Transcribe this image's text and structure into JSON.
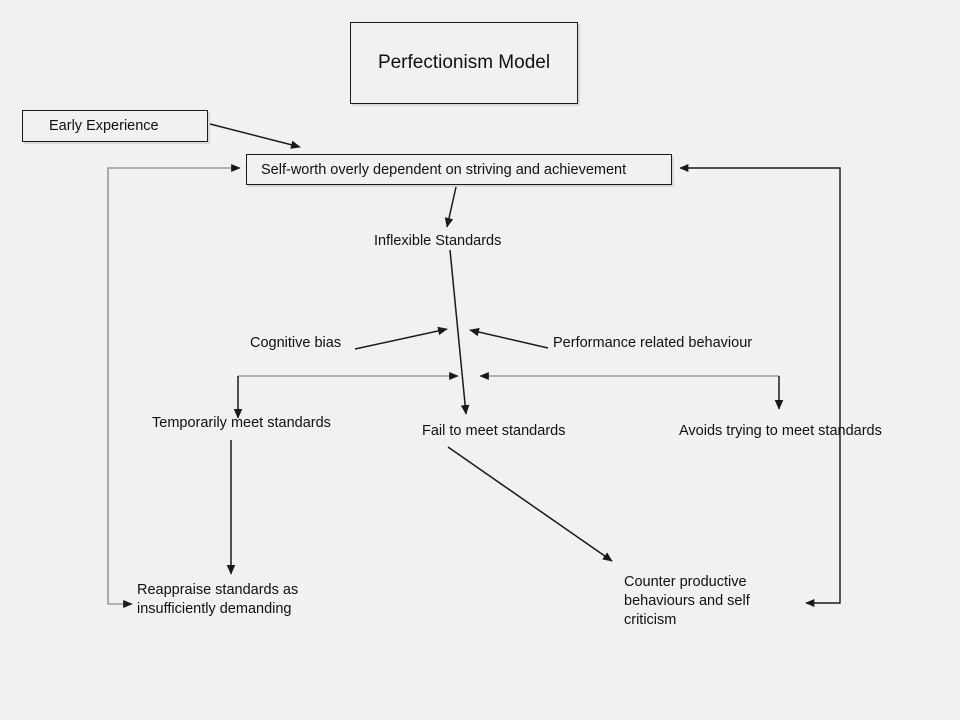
{
  "diagram": {
    "title": "Perfectionism Model",
    "background_color": "#f1f1f1",
    "line_color_dark": "#1a1a1a",
    "line_color_light": "#9a9a9a",
    "text_color": "#111111"
  },
  "boxes": {
    "title": "Perfectionism Model",
    "early_experience": "Early Experience",
    "self_worth": "Self-worth overly dependent on striving and achievement"
  },
  "nodes": {
    "inflexible_standards": "Inflexible Standards",
    "cognitive_bias": "Cognitive bias",
    "performance_related_behaviour": "Performance related behaviour",
    "temporarily_meet_standards": "Temporarily meet standards",
    "fail_to_meet_standards": "Fail to meet standards",
    "avoids_trying": "Avoids trying to meet standards",
    "reappraise_standards": "Reappraise standards as\ninsufficiently demanding",
    "counter_productive": "Counter productive\nbehaviours and self\ncriticism"
  }
}
